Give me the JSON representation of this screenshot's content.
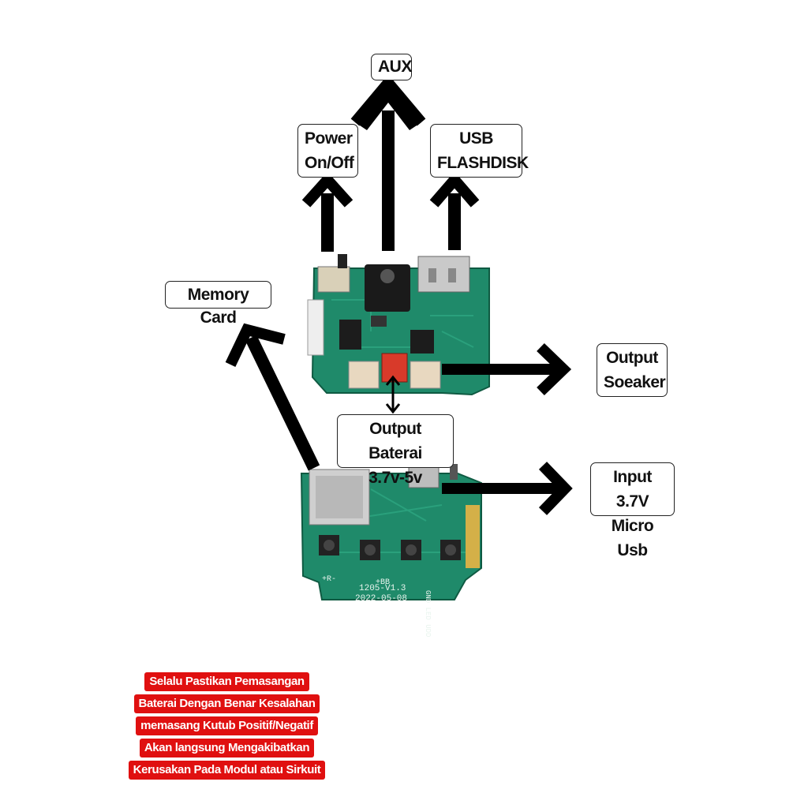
{
  "labels": {
    "aux": "AUX",
    "power_line1": "Power",
    "power_line2": "On/Off",
    "usb_line1": "USB",
    "usb_line2": "FLASHDISK",
    "memory_card": "Memory Card",
    "output_speaker_line1": "Output",
    "output_speaker_line2": "Soeaker",
    "battery_line1": "Output Baterai",
    "battery_line2": "3.7v-5v",
    "input_line1": "Input 3.7V",
    "input_line2": "Micro Usb"
  },
  "board_text": {
    "model": "1205-V1.3",
    "date": "2022-05-08",
    "pins": "GND LED UDD",
    "plus_b": "+BB",
    "r_minus": "+R-"
  },
  "warning": [
    "Selalu Pastikan Pemasangan",
    "Baterai Dengan Benar Kesalahan",
    "memasang Kutub Positif/Negatif",
    "Akan langsung Mengakibatkan",
    "Kerusakan Pada Modul atau Sirkuit"
  ],
  "colors": {
    "pcb": "#1f8a6a",
    "pcb_dark": "#146b50",
    "arrow": "#000000",
    "warning_bg": "#e01010"
  }
}
